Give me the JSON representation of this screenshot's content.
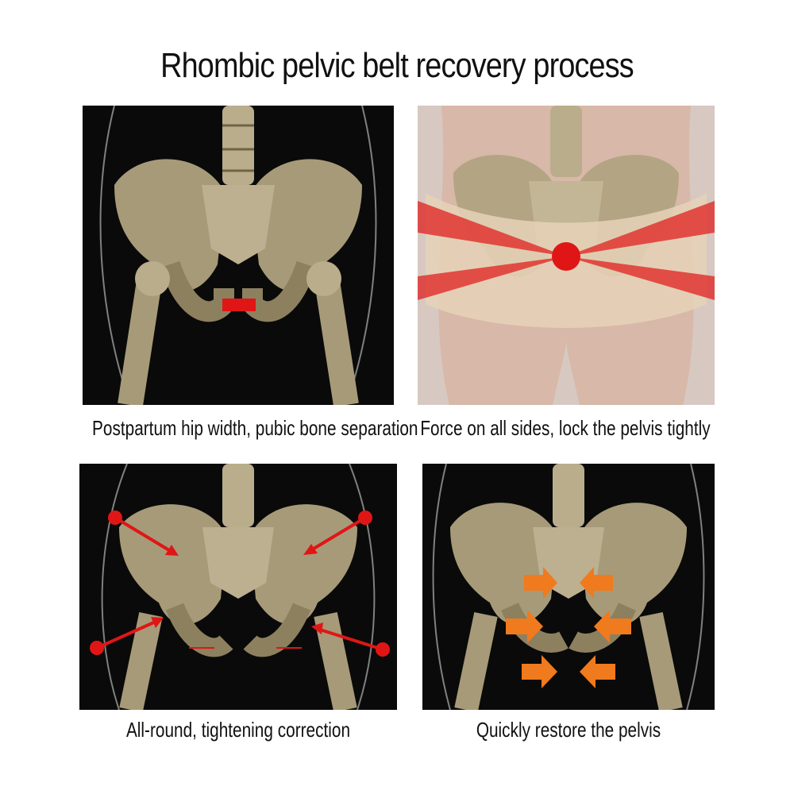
{
  "title": "Rhombic pelvic belt recovery process",
  "panels": [
    {
      "caption": "Postpartum hip width, pubic bone separation"
    },
    {
      "caption": "Force on all sides, lock the pelvis tightly"
    },
    {
      "caption": "All-round, tightening correction"
    },
    {
      "caption": "Quickly restore the pelvis"
    }
  ],
  "colors": {
    "background_dark": "#0a0a0a",
    "bone": "#a79a78",
    "bone_shadow": "#6f6448",
    "skin": "#d8b8a8",
    "belt": "#e6d2b8",
    "marker_red": "#e01616",
    "arrow_orange": "#f07a1e"
  }
}
